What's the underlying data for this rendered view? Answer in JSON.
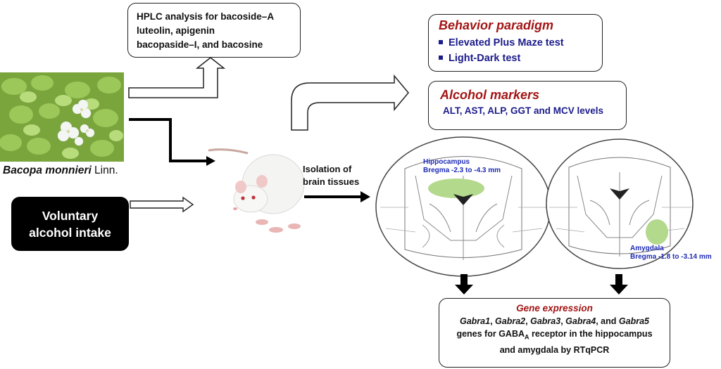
{
  "hplc": {
    "line1": "HPLC analysis for bacoside–A",
    "line2": "luteolin, apigenin",
    "line3": "bacopaside–I, and bacosine"
  },
  "behavior": {
    "title": "Behavior paradigm",
    "items": [
      "Elevated Plus Maze test",
      "Light-Dark test"
    ]
  },
  "alcohol_markers": {
    "title": "Alcohol markers",
    "text": "ALT, AST, ALP, GGT and MCV levels"
  },
  "plant": {
    "name_italic": "Bacopa monnieri",
    "name_suffix": " Linn."
  },
  "voluntary": {
    "line1": "Voluntary",
    "line2": "alcohol intake"
  },
  "isolation": {
    "line1": "Isolation of",
    "line2": "brain tissues"
  },
  "hippocampus": {
    "line1": "Hippocampus",
    "line2": "Bregma -2.3 to -4.3 mm"
  },
  "amygdala": {
    "line1": "Amygdala",
    "line2": "Bregma -1.8 to -3.14 mm"
  },
  "gene": {
    "title": "Gene expression",
    "genes": [
      "Gabra1",
      "Gabra2",
      "Gabra3",
      "Gabra4",
      "Gabra5"
    ],
    "sep": ", ",
    "and": ", and ",
    "line2_pre": "genes for GABA",
    "line2_sub": "A",
    "line2_post": " receptor in the hippocampus",
    "line3": "and amygdala by RTqPCR"
  },
  "colors": {
    "title_red": "#a31515",
    "text_blue": "#1b1b8c",
    "label_blue": "#1e2bb5",
    "region_green": "#b3d98c"
  }
}
